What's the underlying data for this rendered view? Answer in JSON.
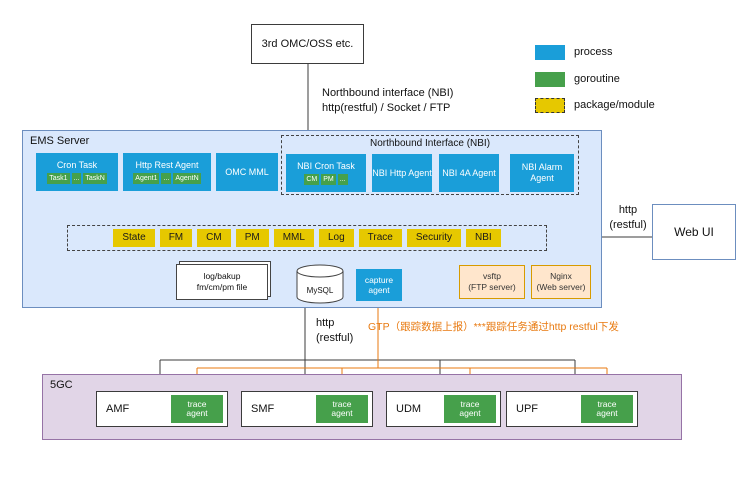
{
  "top_box": {
    "label": "3rd OMC/OSS etc."
  },
  "legend": {
    "items": [
      {
        "label": "process"
      },
      {
        "label": "goroutine"
      },
      {
        "label": "package/module"
      }
    ]
  },
  "nbi_note": {
    "line1": "Northbound interface (NBI)",
    "line2": "http(restful) / Socket / FTP"
  },
  "ems": {
    "title": "EMS Server",
    "cron_task": {
      "label": "Cron Task",
      "subs": [
        "Task1",
        "...",
        "TaskN"
      ]
    },
    "http_rest_agent": {
      "label": "Http Rest Agent",
      "subs": [
        "Agent1",
        "...",
        "AgentN"
      ]
    },
    "omc_mml": {
      "label": "OMC MML"
    },
    "nbi_group": {
      "title": "Northbound Interface (NBI)",
      "nbi_cron_task": {
        "label": "NBI Cron Task",
        "subs": [
          "CM",
          "PM",
          "..."
        ]
      },
      "nbi_http_agent": {
        "label": "NBI Http Agent"
      },
      "nbi_4a_agent": {
        "label": "NBI 4A Agent"
      },
      "nbi_alarm_agent": {
        "label": "NBI Alarm Agent"
      }
    },
    "modules": [
      "State",
      "FM",
      "CM",
      "PM",
      "MML",
      "Log",
      "Trace",
      "Security",
      "NBI"
    ],
    "log_file": {
      "line1": "log/bakup",
      "line2": "fm/cm/pm file"
    },
    "mysql": {
      "label": "MySQL"
    },
    "capture_agent": {
      "line1": "capture",
      "line2": "agent"
    },
    "vsftp": {
      "line1": "vsftp",
      "line2": "(FTP server)"
    },
    "nginx": {
      "line1": "Nginx",
      "line2": "(Web server)"
    }
  },
  "web_ui": {
    "label": "Web UI"
  },
  "labels": {
    "http_restful_right_line1": "http",
    "http_restful_right_line2": "(restful)",
    "http_restful_down_line1": "http",
    "http_restful_down_line2": "(restful)",
    "gtp_note": "GTP（跟踪数据上报）***跟踪任务通过http restful下发"
  },
  "five_gc": {
    "title": "5GC",
    "nfs": [
      "AMF",
      "SMF",
      "UDM",
      "UPF"
    ],
    "trace_agent": {
      "line1": "trace",
      "line2": "agent"
    }
  },
  "colors": {
    "process_blue": "#1a9ed9",
    "goroutine_green": "#46a04b",
    "package_yellow": "#e6c800",
    "ems_background": "#dae8fc",
    "fivegc_background": "#e1d5e7",
    "orange_accent": "#e8790f",
    "server_box_fill": "#ffe6cc"
  }
}
